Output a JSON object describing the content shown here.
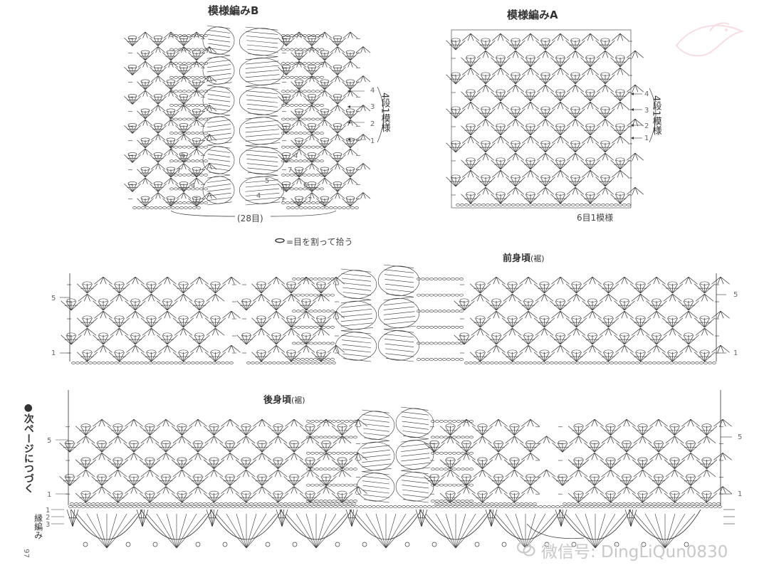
{
  "pattern_b": {
    "title": "模様編みB",
    "rows": [
      "4",
      "3",
      "2",
      "1"
    ],
    "repeat_label": "4段1模様",
    "count_label": "(28目)",
    "inner_numbers": [
      "6",
      "7",
      "4",
      "7",
      "4",
      "7",
      "4",
      "5",
      "7",
      "6",
      "7"
    ]
  },
  "pattern_a": {
    "title": "模様編みA",
    "rows": [
      "4",
      "3",
      "2",
      "1"
    ],
    "repeat_label": "4段1模様",
    "count_label": "6目1模様"
  },
  "legend": {
    "text": "=目を割って拾う"
  },
  "front": {
    "title": "前身頃",
    "subtitle": "(裾)",
    "left_top": "5",
    "left_bottom": "1",
    "right_top": "5",
    "right_bottom": "1"
  },
  "back": {
    "title": "後身頃",
    "subtitle": "(裾)",
    "left_top": "5",
    "left_bottom": "1",
    "right_top": "5",
    "right_bottom": "1"
  },
  "edging": {
    "label": "縁編み",
    "rows": [
      "1",
      "2",
      "3"
    ]
  },
  "continue_note": "●次ページにつづく",
  "page_number": "97",
  "watermark": "微信号: DingLiQun0830",
  "colors": {
    "ink": "#333333",
    "grey": "#888888",
    "watermark": "#c8c8c8"
  }
}
